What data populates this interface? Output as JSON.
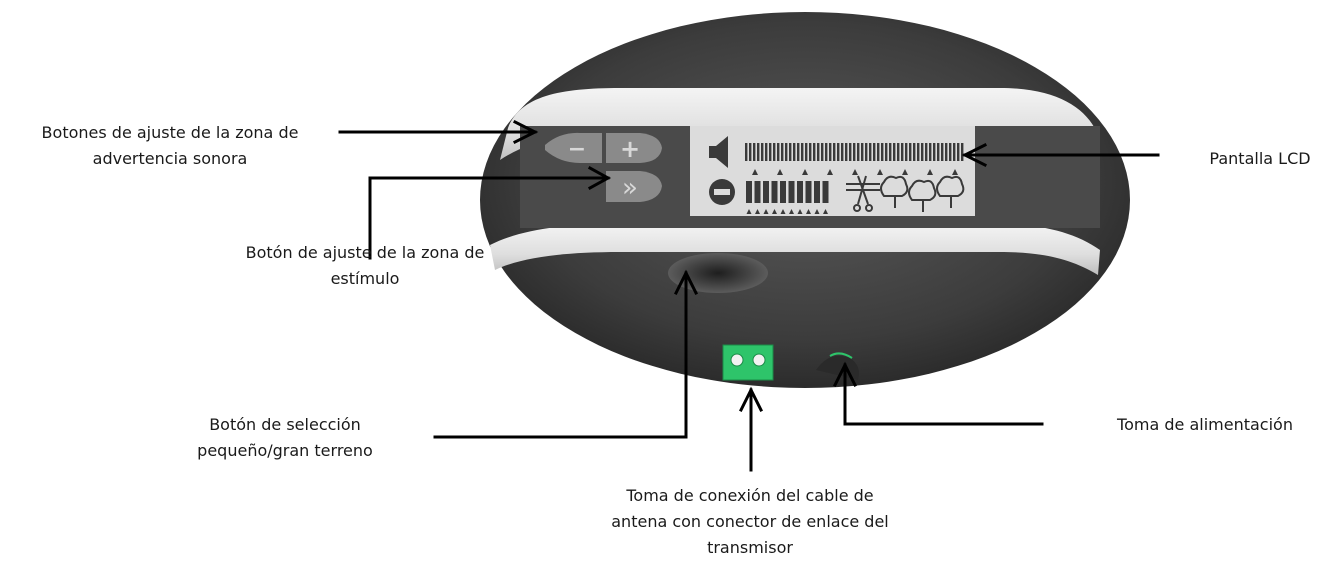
{
  "labels": {
    "botones_zona_sonora": [
      "Botones de ajuste de la zona de",
      "advertencia sonora"
    ],
    "boton_zona_estimulo": [
      "Botón de ajuste de la zona de",
      "estímulo"
    ],
    "pantalla_lcd": [
      "Pantalla LCD"
    ],
    "boton_seleccion_terreno": [
      "Botón de selección",
      "pequeño/gran terreno"
    ],
    "toma_alimentacion": [
      "Toma de alimentación"
    ],
    "toma_antena": [
      "Toma de conexión del cable de",
      "antena con conector de enlace del",
      "transmisor"
    ]
  },
  "device": {
    "button_minus_symbol": "−",
    "button_plus_symbol": "+",
    "button_forward_symbol": "»",
    "colors": {
      "body": "#3c3c3c",
      "band": "#e4e4e4",
      "lcd": "#dcdcdc",
      "lcd_ink": "#3a3a3a",
      "buttons": "#8a8a8a",
      "connector": "#2ec46a"
    },
    "lcd_icons": [
      "speaker-icon",
      "minus-circle-icon",
      "scissors-icon",
      "tree-icon",
      "tree-icon",
      "tree-icon"
    ]
  }
}
